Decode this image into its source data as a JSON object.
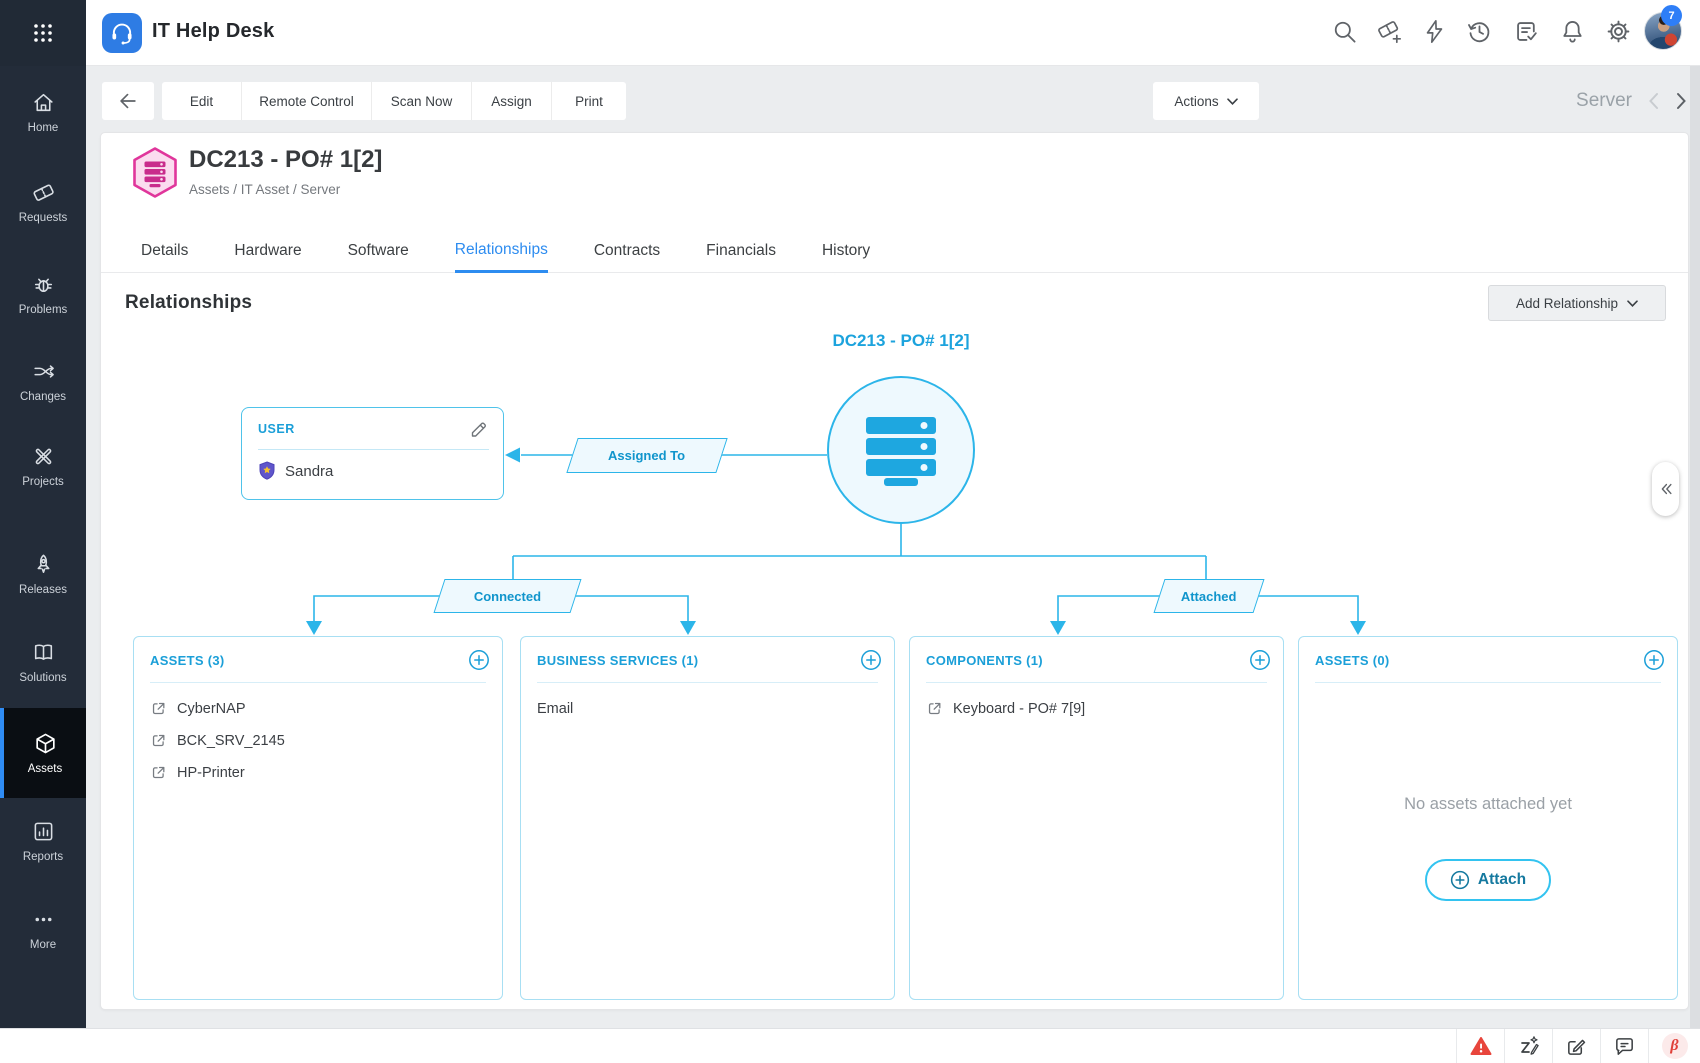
{
  "app": {
    "title": "IT Help Desk"
  },
  "header": {
    "notification_count": "7"
  },
  "sidebar": {
    "items": [
      {
        "label": "Home"
      },
      {
        "label": "Requests"
      },
      {
        "label": "Problems"
      },
      {
        "label": "Changes"
      },
      {
        "label": "Projects"
      },
      {
        "label": "Releases"
      },
      {
        "label": "Solutions"
      },
      {
        "label": "Assets",
        "active": true
      },
      {
        "label": "Reports"
      },
      {
        "label": "More"
      }
    ]
  },
  "toolbar": {
    "buttons": [
      "Edit",
      "Remote Control",
      "Scan Now",
      "Assign",
      "Print"
    ],
    "actions_label": "Actions",
    "context_label": "Server"
  },
  "asset": {
    "title": "DC213 - PO# 1[2]",
    "breadcrumb": "Assets / IT Asset / Server"
  },
  "tabs": {
    "items": [
      "Details",
      "Hardware",
      "Software",
      "Relationships",
      "Contracts",
      "Financials",
      "History"
    ],
    "active": "Relationships"
  },
  "relationships": {
    "heading": "Relationships",
    "add_button_label": "Add Relationship",
    "root_node_label": "DC213 - PO# 1[2]",
    "user_box": {
      "title": "USER",
      "user_name": "Sandra"
    },
    "edges": {
      "assigned_to": "Assigned To",
      "connected": "Connected",
      "attached": "Attached"
    },
    "cards": [
      {
        "title": "ASSETS (3)",
        "items": [
          {
            "label": "CyberNAP",
            "icon": true
          },
          {
            "label": "BCK_SRV_2145",
            "icon": true
          },
          {
            "label": "HP-Printer",
            "icon": true
          }
        ]
      },
      {
        "title": "BUSINESS SERVICES (1)",
        "items": [
          {
            "label": "Email",
            "icon": false
          }
        ]
      },
      {
        "title": "COMPONENTS (1)",
        "items": [
          {
            "label": "Keyboard - PO# 7[9]",
            "icon": true
          }
        ]
      },
      {
        "title": "ASSETS (0)",
        "items": [],
        "empty_text": "No assets attached yet",
        "action_label": "Attach"
      }
    ]
  },
  "footer": {
    "beta_label": "β"
  },
  "colors": {
    "accent_cyan": "#29b4e8",
    "cyan_text": "#1b9fd8",
    "active_tab_blue": "#2d8cf0",
    "asset_pink": "#e0369b",
    "sidebar_bg": "#232c39",
    "warning_red": "#e8453c",
    "badge_blue": "#2e7ef7"
  }
}
